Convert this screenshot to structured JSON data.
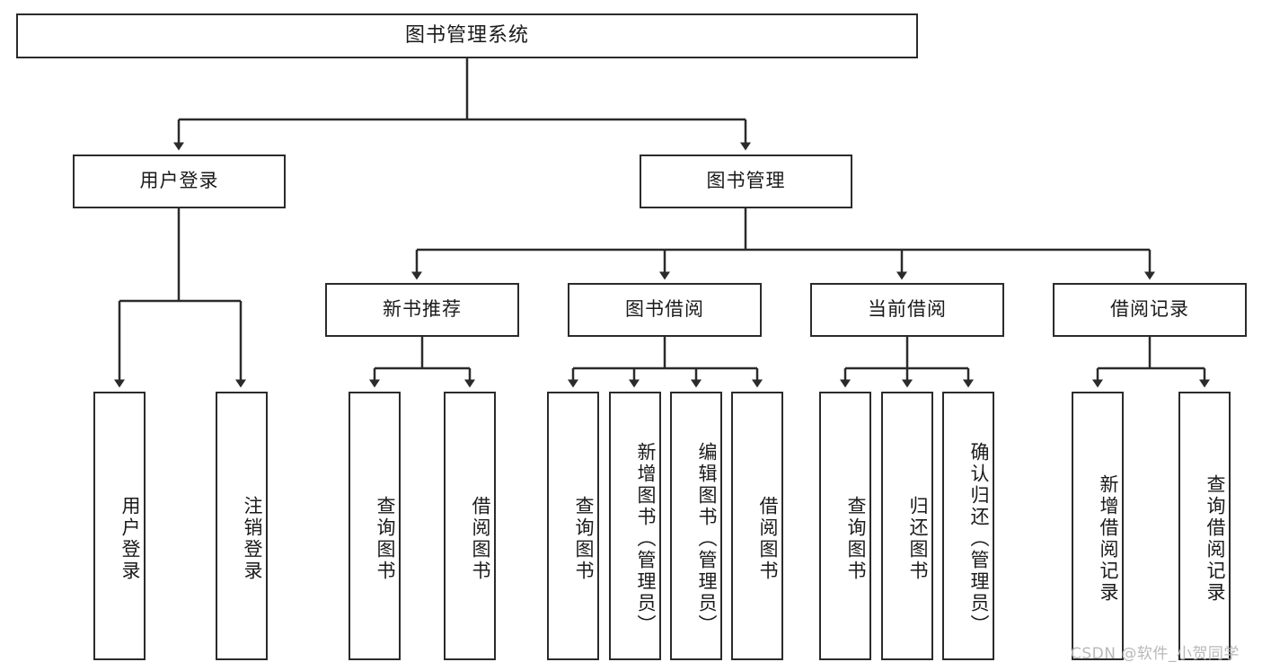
{
  "diagram": {
    "type": "tree-hierarchy-chart",
    "root": {
      "label": "图书管理系统"
    },
    "level2": [
      {
        "label": "用户登录"
      },
      {
        "label": "图书管理"
      }
    ],
    "level3": [
      {
        "label": "新书推荐"
      },
      {
        "label": "图书借阅"
      },
      {
        "label": "当前借阅"
      },
      {
        "label": "借阅记录"
      }
    ],
    "leaves": {
      "user_login": [
        {
          "label": "用户登录"
        },
        {
          "label": "注销登录"
        }
      ],
      "new_book_recommend": [
        {
          "label": "查询图书"
        },
        {
          "label": "借阅图书"
        }
      ],
      "book_borrow": [
        {
          "label": "查询图书"
        },
        {
          "label": "新增图书（管理员）"
        },
        {
          "label": "编辑图书（管理员）"
        },
        {
          "label": "借阅图书"
        }
      ],
      "current_borrow": [
        {
          "label": "查询图书"
        },
        {
          "label": "归还图书"
        },
        {
          "label": "确认归还（管理员）"
        }
      ],
      "borrow_record": [
        {
          "label": "新增借阅记录"
        },
        {
          "label": "查询借阅记录"
        }
      ]
    }
  },
  "watermark": {
    "text": "CSDN @软件_小贺同学"
  },
  "colors": {
    "stroke": "#2b2b2b",
    "fill": "#ffffff",
    "text": "#1a1a1a",
    "watermark": "#b9b9b9"
  }
}
